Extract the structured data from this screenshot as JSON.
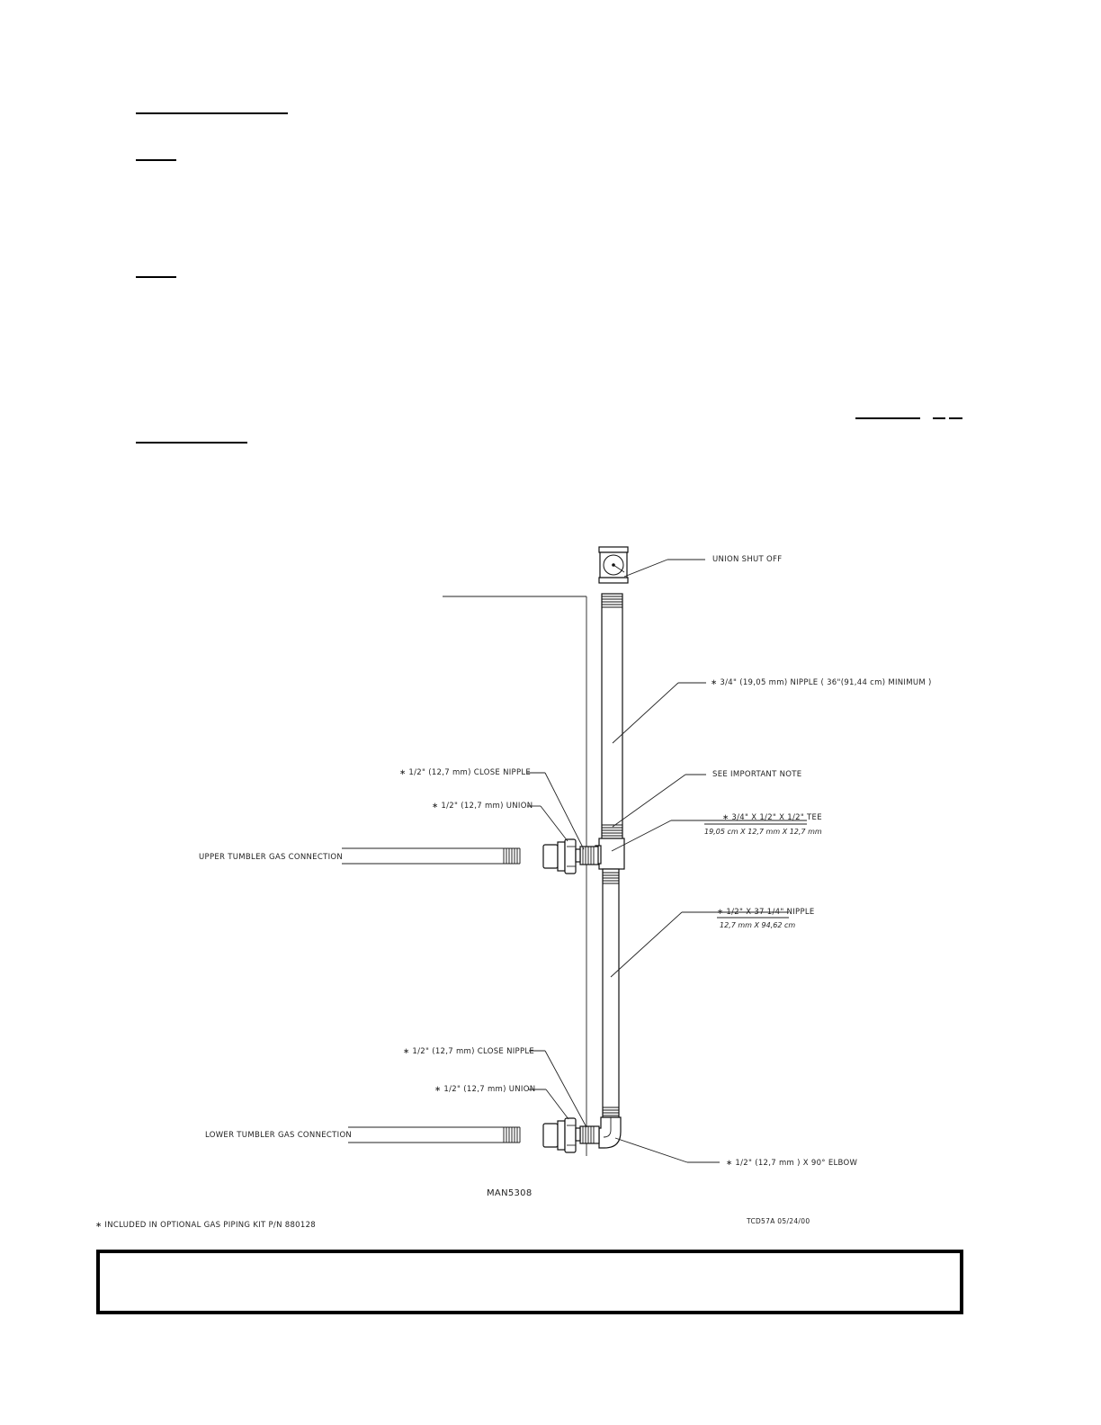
{
  "labels": {
    "union_shut_off": "UNION SHUT OFF",
    "nipple_3_4": "∗ 3/4\" (19,05 mm) NIPPLE ( 36\"(91,44 cm) MINIMUM )",
    "see_important_note": "SEE IMPORTANT NOTE",
    "tee_line1": "∗ 3/4\" X 1/2\" X 1/2\" TEE",
    "tee_line2": "19,05 cm X 12,7 mm X 12,7 mm",
    "nipple_37_line1": "∗ 1/2\" X 37 1/4\" NIPPLE",
    "nipple_37_line2": "12,7 mm X 94,62 cm",
    "upper_close_nipple": "∗ 1/2\" (12,7 mm) CLOSE NIPPLE",
    "upper_union": "∗ 1/2\" (12,7 mm) UNION",
    "upper_connection": "UPPER TUMBLER GAS CONNECTION",
    "lower_close_nipple": "∗ 1/2\" (12,7 mm) CLOSE NIPPLE",
    "lower_union": "∗ 1/2\" (12,7 mm) UNION",
    "lower_connection": "LOWER TUMBLER GAS CONNECTION",
    "elbow": "∗ 1/2\" (12,7 mm ) X 90° ELBOW",
    "drawing_number": "MAN5308",
    "footnote": "∗ INCLUDED IN OPTIONAL GAS PIPING KIT P/N 880128",
    "revision_tag": "TCD57A 05/24/00"
  }
}
